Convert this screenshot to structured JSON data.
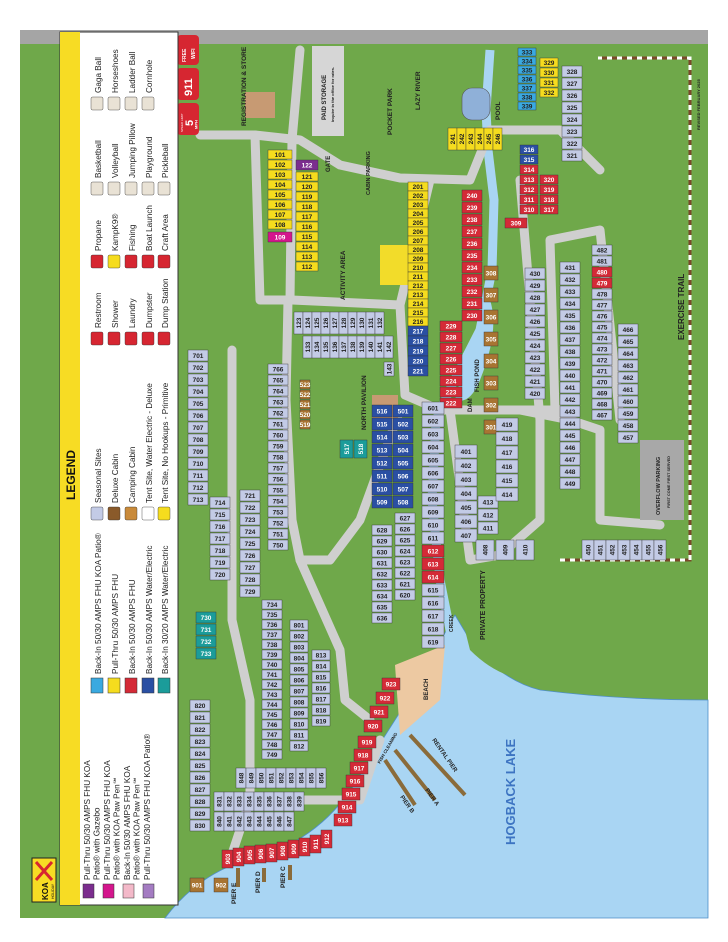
{
  "colors": {
    "grass": "#6fa84a",
    "road": "#cfcfcf",
    "water": "#a9d5f3",
    "legend_header": "#f7dc24",
    "trail_brown": "#7a4a2a",
    "sign_red": "#d62631"
  },
  "site_types": {
    "purple": "#7b2d8e",
    "magenta": "#d4168d",
    "pink": "#f3b9c9",
    "lilac": "#a47cc2",
    "lightblue": "#3aa9e0",
    "yellow": "#f5dc1e",
    "red": "#d42a37",
    "blue": "#2a4fa3",
    "teal": "#1b9c9a",
    "seasonal": "#c3cbe6",
    "cabin": "#a87432"
  },
  "signs": {
    "wifi": {
      "line1": "FREE",
      "line2": "WIFI",
      "icon": "wifi-icon"
    },
    "emergency": {
      "number": "911"
    },
    "speed": {
      "top": "SPEED LIMIT",
      "value": "5",
      "unit": "MPH"
    }
  },
  "logo": {
    "brand": "KOA",
    "tier": "HOLIDAY"
  },
  "legend": {
    "title": "LEGEND",
    "site_types": [
      {
        "type": "purple",
        "line1": "Pull-Thru 50/30 AMPS FHU KOA",
        "line2": "Patio® with Gazebo"
      },
      {
        "type": "magenta",
        "line1": "Pull-Thru 50/30 AMPS FHU KOA",
        "line2": "Patio® with KOA Paw Pen℠"
      },
      {
        "type": "pink",
        "line1": "Back-In 50/30 AMPS FHU KOA",
        "line2": "Patio® with KOA Paw Pen℠"
      },
      {
        "type": "lilac",
        "line1": "Pull-Thru 50/30 AMPS FHU KOA Patio®",
        "line2": ""
      },
      {
        "type": "lightblue",
        "line1": "Back-In 50/30 AMPS FHU KOA Patio®"
      },
      {
        "type": "yellow",
        "line1": "Pull-Thru 50/30 AMPS FHU"
      },
      {
        "type": "red",
        "line1": "Back-In 50/30 AMPS FHU"
      },
      {
        "type": "blue",
        "line1": "Back-In 50/30 AMPS Water/Electric"
      },
      {
        "type": "teal",
        "line1": "Back-In 30/20 AMPS Water/Electric"
      }
    ],
    "accommodations": [
      {
        "icon": "seasonal-swatch",
        "label": "Seasonal Sites"
      },
      {
        "icon": "deluxe-cabin-icon",
        "label": "Deluxe Cabin"
      },
      {
        "icon": "camping-cabin-icon",
        "label": "Camping Cabin"
      },
      {
        "icon": "tent-deluxe-icon",
        "label": "Tent Site, Water Electric - Deluxe"
      },
      {
        "icon": "tent-primitive-icon",
        "label": "Tent Site, No Hookups - Primitive"
      }
    ],
    "amenities_1": [
      {
        "icon": "restroom-icon",
        "label": "Restroom"
      },
      {
        "icon": "shower-icon",
        "label": "Shower"
      },
      {
        "icon": "laundry-icon",
        "label": "Laundry"
      },
      {
        "icon": "dumpster-icon",
        "label": "Dumpster"
      },
      {
        "icon": "dump-station-icon",
        "label": "Dump Station"
      }
    ],
    "amenities_2": [
      {
        "icon": "propane-icon",
        "label": "Propane"
      },
      {
        "icon": "kampk9-icon",
        "label": "KampK9®"
      },
      {
        "icon": "fishing-icon",
        "label": "Fishing"
      },
      {
        "icon": "boat-launch-icon",
        "label": "Boat Launch"
      },
      {
        "icon": "craft-area-icon",
        "label": "Craft Area"
      }
    ],
    "amenities_3": [
      {
        "icon": "basketball-icon",
        "label": "Basketball"
      },
      {
        "icon": "volleyball-icon",
        "label": "Volleyball"
      },
      {
        "icon": "jumping-pillow-icon",
        "label": "Jumping Pillow"
      },
      {
        "icon": "playground-icon",
        "label": "Playground"
      },
      {
        "icon": "pickleball-icon",
        "label": "Pickleball"
      }
    ],
    "amenities_4": [
      {
        "icon": "gaga-ball-icon",
        "label": "Gaga Ball"
      },
      {
        "icon": "horseshoes-icon",
        "label": "Horseshoes"
      },
      {
        "icon": "ladder-ball-icon",
        "label": "Ladder Ball"
      },
      {
        "icon": "cornhole-icon",
        "label": "Cornhole"
      }
    ]
  },
  "map_labels": {
    "registration": "REGISTRATION & STORE",
    "paid_storage": "PAID STORAGE",
    "paid_storage_note": "Inquire in the office for rates.",
    "gate": "GATE",
    "cabin_parking": "CABIN PARKING",
    "pocket_park": "POCKET PARK",
    "lazy_river": "LAZY RIVER",
    "pool": "POOL",
    "activity_area": "ACTIVITY AREA",
    "north_pavilion": "NORTH PAVILION",
    "fish_pond": "FISH POND",
    "dam": "DAM",
    "creek": "CREEK",
    "private_property": "PRIVATE PROPERTY",
    "beach": "BEACH",
    "rental_pier": "RENTAL PIER",
    "fish_cleaning": "FISH CLEANING",
    "pier_a": "PIER A",
    "pier_b": "PIER B",
    "pier_c": "PIER C",
    "pier_d": "PIER D",
    "pier_e": "PIER E",
    "lake": "HOGBACK LAKE",
    "exercise_trail": "EXERCISE TRAIL",
    "overflow_parking": "OVERFLOW PARKING",
    "overflow_note": "FIRST COME FIRST SERVED",
    "revised": "REVISED FEBRUARY 2025"
  },
  "sites": [
    {
      "type": "yellow",
      "numbers": [
        "101",
        "102",
        "103",
        "104",
        "105",
        "106",
        "107",
        "108"
      ]
    },
    {
      "type": "magenta",
      "numbers": [
        "109"
      ]
    },
    {
      "type": "yellow",
      "numbers": [
        "112",
        "113",
        "114",
        "115",
        "116",
        "117",
        "118",
        "119",
        "120",
        "121"
      ]
    },
    {
      "type": "purple",
      "numbers": [
        "122"
      ]
    },
    {
      "type": "seasonal",
      "numbers": [
        "123",
        "124",
        "125",
        "126",
        "127",
        "128",
        "129",
        "130",
        "131",
        "132"
      ]
    },
    {
      "type": "seasonal",
      "numbers": [
        "133",
        "134",
        "135",
        "136",
        "137",
        "138",
        "139",
        "140",
        "141",
        "142"
      ]
    },
    {
      "type": "seasonal",
      "numbers": [
        "143"
      ]
    },
    {
      "type": "yellow",
      "numbers": [
        "201",
        "202",
        "203",
        "204",
        "205",
        "206",
        "207",
        "208",
        "209",
        "210",
        "211",
        "212",
        "213",
        "214",
        "215",
        "216"
      ]
    },
    {
      "type": "blue",
      "numbers": [
        "217",
        "218",
        "219",
        "220",
        "221"
      ]
    },
    {
      "type": "red",
      "numbers": [
        "222",
        "223",
        "224",
        "225",
        "226",
        "227",
        "228",
        "229"
      ]
    },
    {
      "type": "red",
      "numbers": [
        "230",
        "231",
        "232",
        "233",
        "234",
        "235",
        "236",
        "237",
        "238",
        "239",
        "240"
      ]
    },
    {
      "type": "yellow",
      "numbers": [
        "241",
        "242",
        "243",
        "244",
        "245",
        "246"
      ]
    },
    {
      "type": "cabin",
      "numbers": [
        "301",
        "302",
        "303",
        "304",
        "305",
        "306",
        "307",
        "308"
      ]
    },
    {
      "type": "red",
      "numbers": [
        "309"
      ]
    },
    {
      "type": "red",
      "numbers": [
        "310",
        "311",
        "312",
        "313",
        "314"
      ]
    },
    {
      "type": "blue",
      "numbers": [
        "315",
        "316"
      ]
    },
    {
      "type": "red",
      "numbers": [
        "317",
        "318",
        "319",
        "320"
      ]
    },
    {
      "type": "seasonal",
      "numbers": [
        "321",
        "322",
        "323",
        "324",
        "325",
        "326",
        "327",
        "328"
      ]
    },
    {
      "type": "yellow",
      "numbers": [
        "329",
        "330",
        "331",
        "332"
      ]
    },
    {
      "type": "lightblue",
      "numbers": [
        "333",
        "334",
        "335",
        "336",
        "337",
        "338",
        "339"
      ]
    },
    {
      "type": "seasonal",
      "numbers": [
        "401",
        "402",
        "403",
        "404",
        "405",
        "406",
        "407"
      ]
    },
    {
      "type": "seasonal",
      "numbers": [
        "408",
        "409",
        "410"
      ]
    },
    {
      "type": "seasonal",
      "numbers": [
        "411",
        "412",
        "413"
      ]
    },
    {
      "type": "seasonal",
      "numbers": [
        "414",
        "415",
        "416",
        "417",
        "418",
        "419"
      ]
    },
    {
      "type": "seasonal",
      "numbers": [
        "420",
        "421",
        "422",
        "423",
        "424",
        "425",
        "426",
        "427",
        "428",
        "429",
        "430"
      ]
    },
    {
      "type": "seasonal",
      "numbers": [
        "431",
        "432",
        "433",
        "434",
        "435",
        "436",
        "437",
        "438",
        "439",
        "440",
        "441",
        "442",
        "443",
        "444",
        "445",
        "446",
        "447",
        "448",
        "449"
      ]
    },
    {
      "type": "seasonal",
      "numbers": [
        "450",
        "451",
        "452",
        "453",
        "454",
        "455",
        "456"
      ]
    },
    {
      "type": "seasonal",
      "numbers": [
        "457",
        "458",
        "459",
        "460",
        "461",
        "462",
        "463",
        "464",
        "465",
        "466"
      ]
    },
    {
      "type": "seasonal",
      "numbers": [
        "467",
        "468",
        "469",
        "470",
        "471",
        "472",
        "473",
        "474",
        "475",
        "476",
        "477",
        "478"
      ]
    },
    {
      "type": "red",
      "numbers": [
        "479",
        "480"
      ]
    },
    {
      "type": "seasonal",
      "numbers": [
        "481",
        "482"
      ]
    },
    {
      "type": "blue",
      "numbers": [
        "501",
        "502",
        "503",
        "504",
        "505",
        "506",
        "507",
        "508"
      ]
    },
    {
      "type": "blue",
      "numbers": [
        "509",
        "510",
        "511",
        "512",
        "513",
        "514",
        "515",
        "516"
      ]
    },
    {
      "type": "teal",
      "numbers": [
        "517",
        "518"
      ]
    },
    {
      "type": "cabin",
      "numbers": [
        "519",
        "520",
        "521",
        "522",
        "523"
      ]
    },
    {
      "type": "seasonal",
      "numbers": [
        "601",
        "602",
        "603",
        "604",
        "605",
        "606",
        "607",
        "608",
        "609",
        "610",
        "611"
      ]
    },
    {
      "type": "red",
      "numbers": [
        "612",
        "613",
        "614"
      ]
    },
    {
      "type": "seasonal",
      "numbers": [
        "615",
        "616",
        "617",
        "618",
        "619"
      ]
    },
    {
      "type": "seasonal",
      "numbers": [
        "620",
        "621",
        "622",
        "623",
        "624",
        "625",
        "626",
        "627"
      ]
    },
    {
      "type": "seasonal",
      "numbers": [
        "628",
        "629",
        "630",
        "631",
        "632",
        "633",
        "634",
        "635",
        "636"
      ]
    },
    {
      "type": "seasonal",
      "numbers": [
        "701",
        "702",
        "703",
        "704",
        "705",
        "706",
        "707",
        "708",
        "709",
        "710",
        "711",
        "712",
        "713"
      ]
    },
    {
      "type": "seasonal",
      "numbers": [
        "714",
        "715",
        "716",
        "717",
        "718",
        "719",
        "720"
      ]
    },
    {
      "type": "seasonal",
      "numbers": [
        "721",
        "722",
        "723",
        "724",
        "725",
        "726",
        "727",
        "728",
        "729"
      ]
    },
    {
      "type": "teal",
      "numbers": [
        "730",
        "731",
        "732",
        "733"
      ]
    },
    {
      "type": "seasonal",
      "numbers": [
        "734",
        "735",
        "736",
        "737",
        "738",
        "739",
        "740",
        "741",
        "742",
        "743",
        "744",
        "745",
        "746",
        "747",
        "748",
        "749"
      ]
    },
    {
      "type": "seasonal",
      "numbers": [
        "750",
        "751",
        "752",
        "753",
        "754",
        "755",
        "756",
        "757",
        "758",
        "759",
        "760",
        "761",
        "762",
        "763",
        "764",
        "765",
        "766"
      ]
    },
    {
      "type": "seasonal",
      "numbers": [
        "801",
        "802",
        "803",
        "804",
        "805",
        "806",
        "807",
        "808",
        "809",
        "810",
        "811",
        "812"
      ]
    },
    {
      "type": "seasonal",
      "numbers": [
        "813",
        "814",
        "815",
        "816",
        "817",
        "818",
        "819"
      ]
    },
    {
      "type": "seasonal",
      "numbers": [
        "820",
        "821",
        "822",
        "823",
        "824",
        "825",
        "826",
        "827",
        "828",
        "829",
        "830"
      ]
    },
    {
      "type": "seasonal",
      "numbers": [
        "831",
        "832",
        "833",
        "834",
        "835",
        "836",
        "837",
        "838",
        "839",
        "840",
        "841",
        "842",
        "843",
        "844",
        "845",
        "846",
        "847"
      ]
    },
    {
      "type": "seasonal",
      "numbers": [
        "848",
        "849",
        "850",
        "851",
        "852",
        "853",
        "854",
        "855",
        "856"
      ]
    },
    {
      "type": "cabin",
      "numbers": [
        "901",
        "902"
      ]
    },
    {
      "type": "red",
      "numbers": [
        "903",
        "904",
        "905",
        "906",
        "907",
        "908",
        "909",
        "910",
        "911",
        "912",
        "913",
        "914",
        "915",
        "916",
        "917",
        "918",
        "919",
        "920",
        "921",
        "922",
        "923"
      ]
    }
  ]
}
